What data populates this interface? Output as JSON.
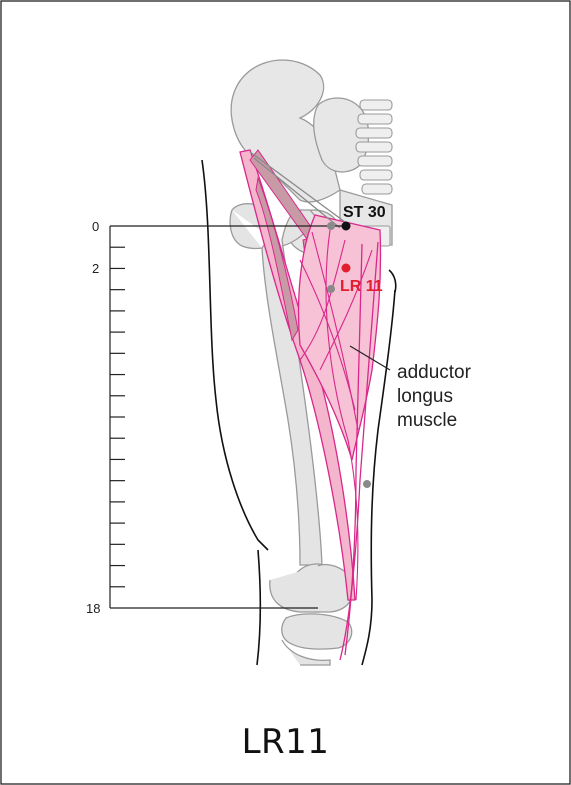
{
  "caption": "LR11",
  "ruler": {
    "top_label": "0",
    "second_label": "2",
    "bottom_label": "18",
    "unit_count": 18
  },
  "points": {
    "st30": {
      "label": "ST 30",
      "color": "#111111"
    },
    "lr11": {
      "label": "LR 11",
      "color": "#e0202c"
    }
  },
  "annotation": {
    "line1": "adductor",
    "line2": "longus",
    "line3": "muscle"
  },
  "colors": {
    "bone": "#e7e7e7",
    "bone_outline": "#9a9a9a",
    "muscle_fill": "#f4b6cd",
    "muscle_line": "#d8288a",
    "muscle_dark": "#c79aa6",
    "ruler": "#222222",
    "accent_point": "#e0202c",
    "gray_point": "#8a8a8a"
  },
  "icons": [
    "hip-bone-illustration",
    "femur-illustration",
    "knee-illustration",
    "thigh-outline"
  ]
}
